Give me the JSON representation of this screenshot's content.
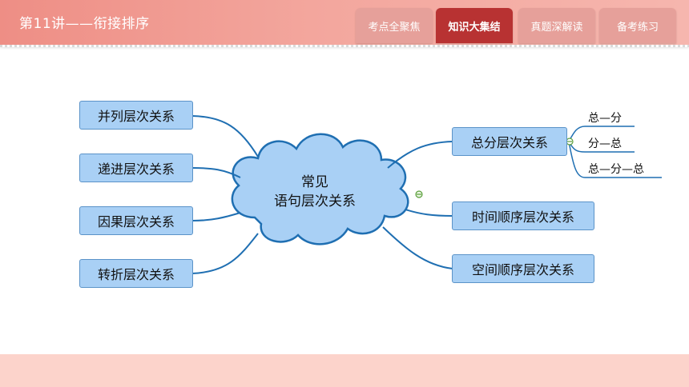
{
  "header": {
    "title": "第11讲——衔接排序",
    "tabs": [
      {
        "label": "考点全聚焦"
      },
      {
        "label": "知识大集结"
      },
      {
        "label": "真题深解读"
      },
      {
        "label": "备考练习"
      }
    ],
    "active_tab": "知识大集结"
  },
  "mindmap": {
    "center": {
      "line1": "常见",
      "line2": "语句层次关系"
    },
    "left_nodes": [
      "并列层次关系",
      "递进层次关系",
      "因果层次关系",
      "转折层次关系"
    ],
    "right_nodes": [
      "总分层次关系",
      "时间顺序层次关系",
      "空间顺序层次关系"
    ],
    "sub_nodes": [
      "总—分",
      "分—总",
      "总—分—总"
    ]
  },
  "colors": {
    "node_fill": "#a9d0f5",
    "node_border": "#5b93c8",
    "connector": "#1f6fb2",
    "active_tab": "#b83232",
    "header": "#f3a69d"
  }
}
